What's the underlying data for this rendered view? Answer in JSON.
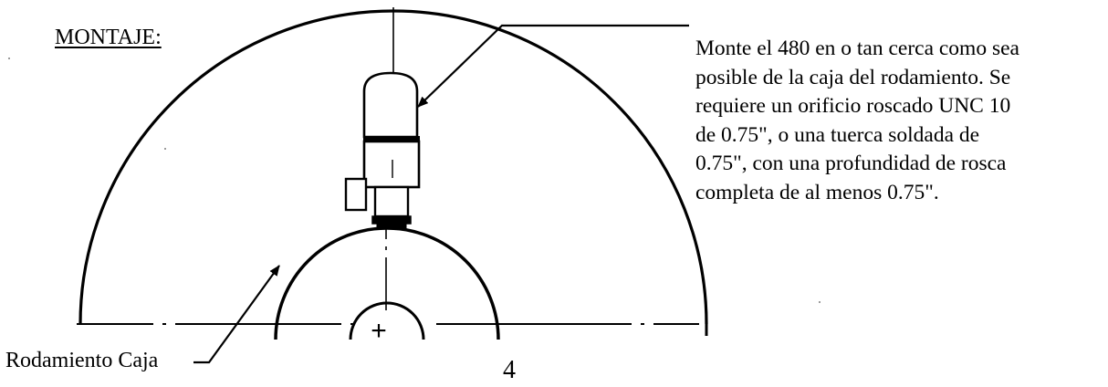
{
  "heading": "MONTAJE:",
  "instructions": {
    "lines": [
      "Monte el 480 en o tan cerca como sea",
      "posible de la caja del rodamiento.  Se",
      "requiere un orificio roscado UNC 10",
      "de 0.75\", o una tuerca soldada de",
      "0.75\", con una profundidad de rosca",
      "completa de al menos 0.75\"."
    ]
  },
  "drawing": {
    "housing_label": "Rodamiento Caja",
    "center_mark": "+"
  },
  "page_number": "4"
}
